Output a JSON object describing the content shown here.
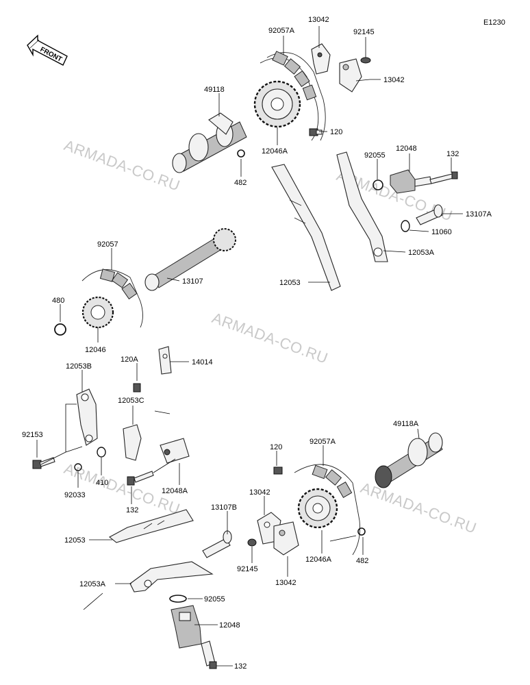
{
  "diagram_code": "E1230",
  "front_label": "FRONT",
  "watermark": "ARMADA-CO.RU",
  "labels": {
    "p13042_top": "13042",
    "p92057A_top": "92057A",
    "p92145_top": "92145",
    "p13042_right": "13042",
    "p49118": "49118",
    "p120_top": "120",
    "p12046A_top": "12046A",
    "p482_top": "482",
    "p92055_top": "92055",
    "p12048_top": "12048",
    "p132_top": "132",
    "p13107A": "13107A",
    "p11060": "11060",
    "p12053A_top": "12053A",
    "p12053_top": "12053",
    "p92057": "92057",
    "p13107": "13107",
    "p480": "480",
    "p12046": "12046",
    "p120A": "120A",
    "p14014": "14014",
    "p12053B": "12053B",
    "p12053C": "12053C",
    "p92153": "92153",
    "p410": "410",
    "p92033": "92033",
    "p132_mid": "132",
    "p12048A": "12048A",
    "p120_bot": "120",
    "p92057A_bot": "92057A",
    "p49118A": "49118A",
    "p13042_bot_top": "13042",
    "p13107B": "13107B",
    "p12053_bot": "12053",
    "p92145_bot": "92145",
    "p13042_bot": "13042",
    "p12046A_bot": "12046A",
    "p482_bot": "482",
    "p12053A_bot": "12053A",
    "p92055_bot": "92055",
    "p12048_bot": "12048",
    "p132_bot": "132"
  }
}
